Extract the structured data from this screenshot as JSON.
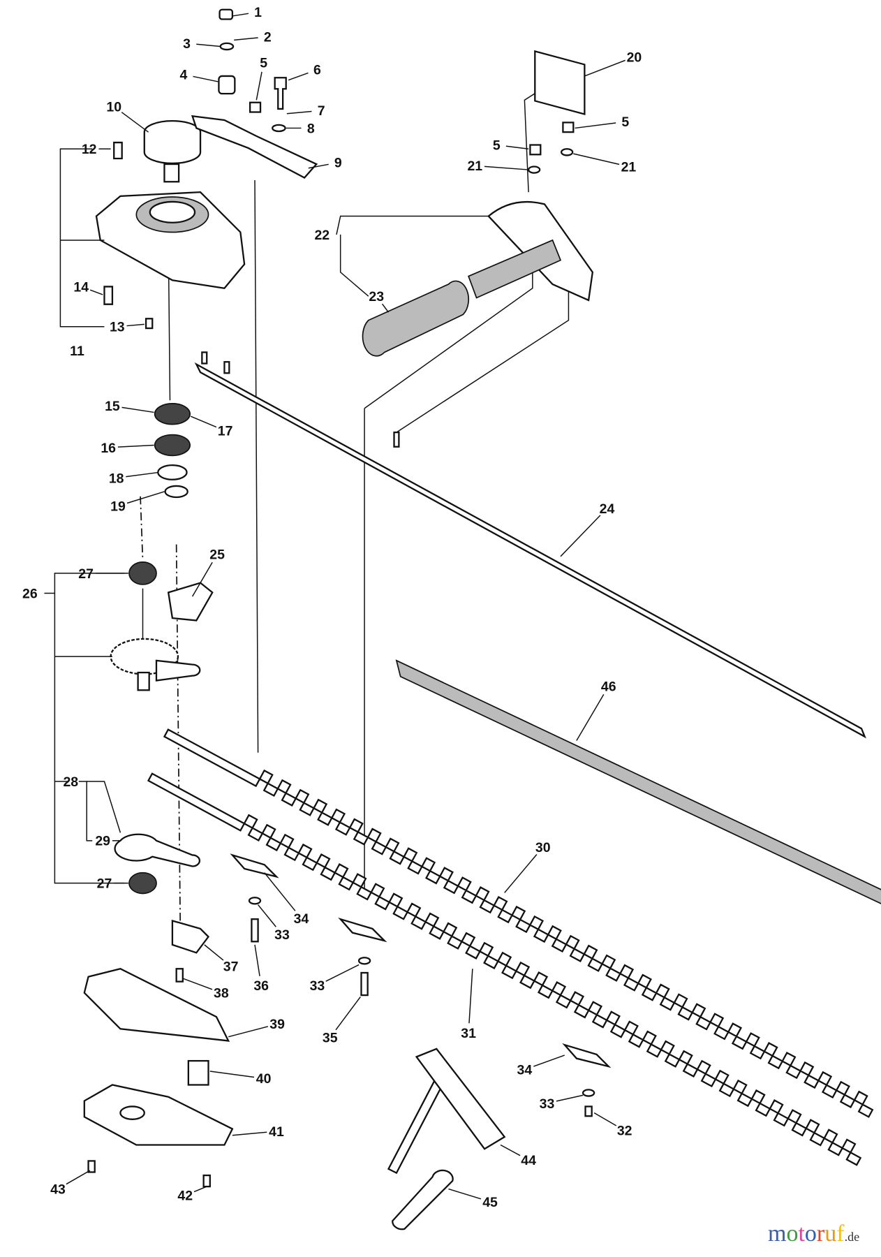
{
  "diagram": {
    "type": "exploded parts diagram",
    "part_labels": [
      "1",
      "2",
      "3",
      "4",
      "5",
      "6",
      "7",
      "8",
      "9",
      "10",
      "12",
      "11",
      "13",
      "14",
      "15",
      "16",
      "17",
      "18",
      "19",
      "20",
      "5",
      "21",
      "5",
      "21",
      "22",
      "23",
      "24",
      "25",
      "26",
      "27",
      "27",
      "28",
      "29",
      "30",
      "31",
      "32",
      "33",
      "33",
      "33",
      "34",
      "34",
      "35",
      "36",
      "37",
      "38",
      "39",
      "40",
      "41",
      "42",
      "43",
      "44",
      "45",
      "46"
    ]
  },
  "watermark": {
    "main": "motoruf",
    "suffix": ".de",
    "colors": [
      "#3b5bab",
      "#3e9a3e",
      "#d8479a",
      "#2f5fb0",
      "#e0462a",
      "#e59a1d",
      "#f0c020"
    ]
  }
}
